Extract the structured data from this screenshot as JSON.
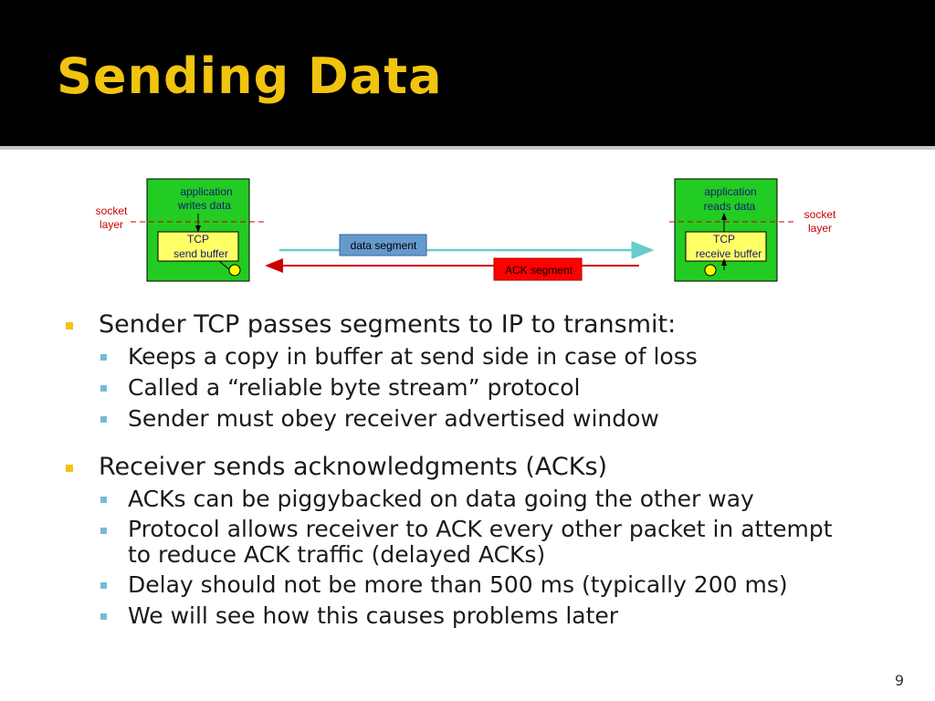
{
  "slide": {
    "title": "Sending Data",
    "page_number": "9",
    "colors": {
      "title": "#f1c40f",
      "header_bg": "#000000",
      "host_box": "#22cc22",
      "buffer": "#ffff66",
      "data_arrow": "#66cccc",
      "ack_arrow": "#cc0000",
      "label_red": "#cc0000"
    }
  },
  "diagram": {
    "sender": {
      "app_label_1": "application",
      "app_label_2": "writes data",
      "buffer_label_1": "TCP",
      "buffer_label_2": "send buffer"
    },
    "receiver": {
      "app_label_1": "application",
      "app_label_2": "reads data",
      "buffer_label_1": "TCP",
      "buffer_label_2": "receive buffer"
    },
    "socket_left_1": "socket",
    "socket_left_2": "layer",
    "socket_right_1": "socket",
    "socket_right_2": "layer",
    "data_segment": "data segment",
    "ack_segment": "ACK segment"
  },
  "bullets": [
    {
      "text": "Sender TCP passes segments to IP to transmit:",
      "sub": [
        "Keeps a copy in buffer at send side in case of loss",
        "Called a “reliable byte stream” protocol",
        "Sender must obey receiver advertised window"
      ]
    },
    {
      "text": "Receiver sends acknowledgments (ACKs)",
      "sub": [
        "ACKs can be piggybacked on data going the other way",
        "Protocol allows receiver to ACK every other packet in attempt to reduce ACK traffic (delayed ACKs)",
        "Delay should not be more than 500 ms (typically 200 ms)",
        "We will see how this causes problems later"
      ]
    }
  ]
}
